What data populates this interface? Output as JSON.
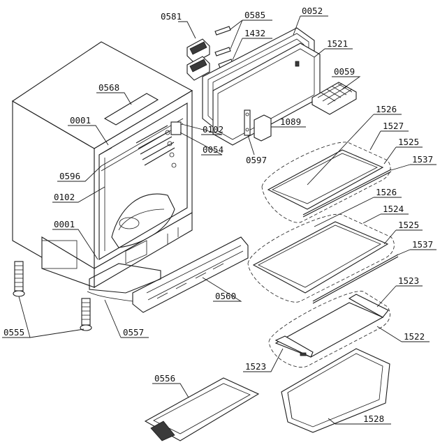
{
  "diagram": {
    "parts": [
      {
        "id": "p0581",
        "code": "0581"
      },
      {
        "id": "p0585",
        "code": "0585"
      },
      {
        "id": "p0052",
        "code": "0052"
      },
      {
        "id": "p1432",
        "code": "1432"
      },
      {
        "id": "p1521",
        "code": "1521"
      },
      {
        "id": "p0568",
        "code": "0568"
      },
      {
        "id": "p0059",
        "code": "0059"
      },
      {
        "id": "p0001a",
        "code": "0001"
      },
      {
        "id": "p0102a",
        "code": "0102"
      },
      {
        "id": "p1089",
        "code": "1089"
      },
      {
        "id": "p1526a",
        "code": "1526"
      },
      {
        "id": "p0054",
        "code": "0054"
      },
      {
        "id": "p1527",
        "code": "1527"
      },
      {
        "id": "p0597",
        "code": "0597"
      },
      {
        "id": "p1525a",
        "code": "1525"
      },
      {
        "id": "p0596",
        "code": "0596"
      },
      {
        "id": "p1537a",
        "code": "1537"
      },
      {
        "id": "p0102b",
        "code": "0102"
      },
      {
        "id": "p1526b",
        "code": "1526"
      },
      {
        "id": "p1524",
        "code": "1524"
      },
      {
        "id": "p0001b",
        "code": "0001"
      },
      {
        "id": "p1525b",
        "code": "1525"
      },
      {
        "id": "p1537b",
        "code": "1537"
      },
      {
        "id": "p1523a",
        "code": "1523"
      },
      {
        "id": "p0560",
        "code": "0560"
      },
      {
        "id": "p1522",
        "code": "1522"
      },
      {
        "id": "p0555",
        "code": "0555"
      },
      {
        "id": "p0557",
        "code": "0557"
      },
      {
        "id": "p1523b",
        "code": "1523"
      },
      {
        "id": "p0556",
        "code": "0556"
      },
      {
        "id": "p1528",
        "code": "1528"
      }
    ]
  }
}
